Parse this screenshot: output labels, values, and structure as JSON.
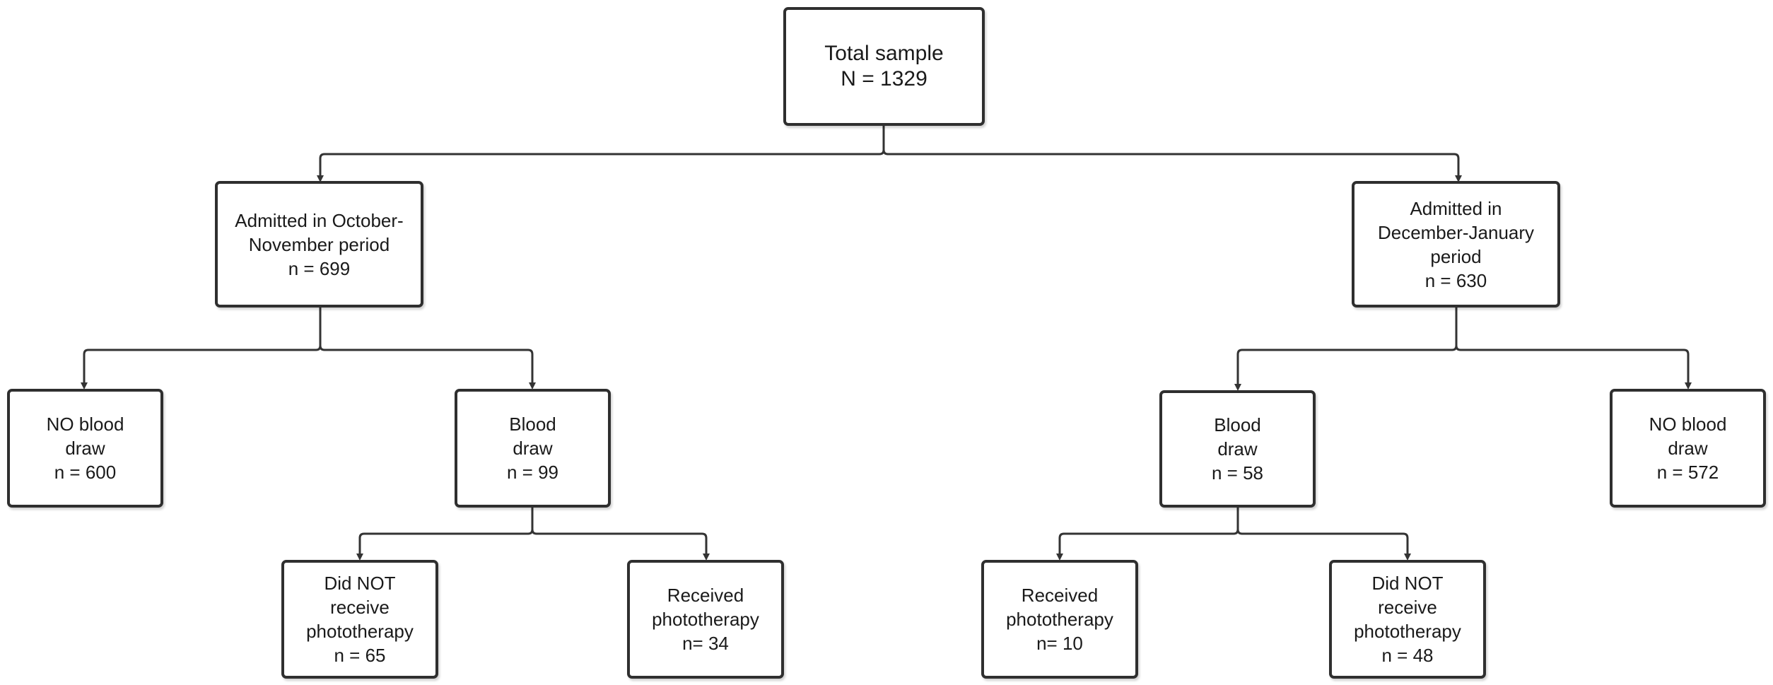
{
  "nodes": {
    "total": {
      "lines": [
        "Total sample",
        "N =  1329"
      ]
    },
    "oct_nov": {
      "lines": [
        "Admitted in October-",
        "November period",
        "n = 699"
      ]
    },
    "dec_jan": {
      "lines": [
        "Admitted in",
        "December-January",
        "period",
        "n = 630"
      ]
    },
    "left_no_blood": {
      "lines": [
        "NO blood",
        "draw",
        "n = 600"
      ]
    },
    "left_blood": {
      "lines": [
        "Blood",
        "draw",
        "n = 99"
      ]
    },
    "right_blood": {
      "lines": [
        "Blood",
        "draw",
        "n = 58"
      ]
    },
    "right_no_blood": {
      "lines": [
        "NO blood",
        "draw",
        "n = 572"
      ]
    },
    "left_no_photo": {
      "lines": [
        "Did NOT",
        "receive",
        "phototherapy",
        "n = 65"
      ]
    },
    "left_photo": {
      "lines": [
        "Received",
        "phototherapy",
        "n= 34"
      ]
    },
    "right_photo": {
      "lines": [
        "Received",
        "phototherapy",
        "n= 10"
      ]
    },
    "right_no_photo": {
      "lines": [
        "Did NOT",
        "receive",
        "phototherapy",
        "n = 48"
      ]
    }
  }
}
